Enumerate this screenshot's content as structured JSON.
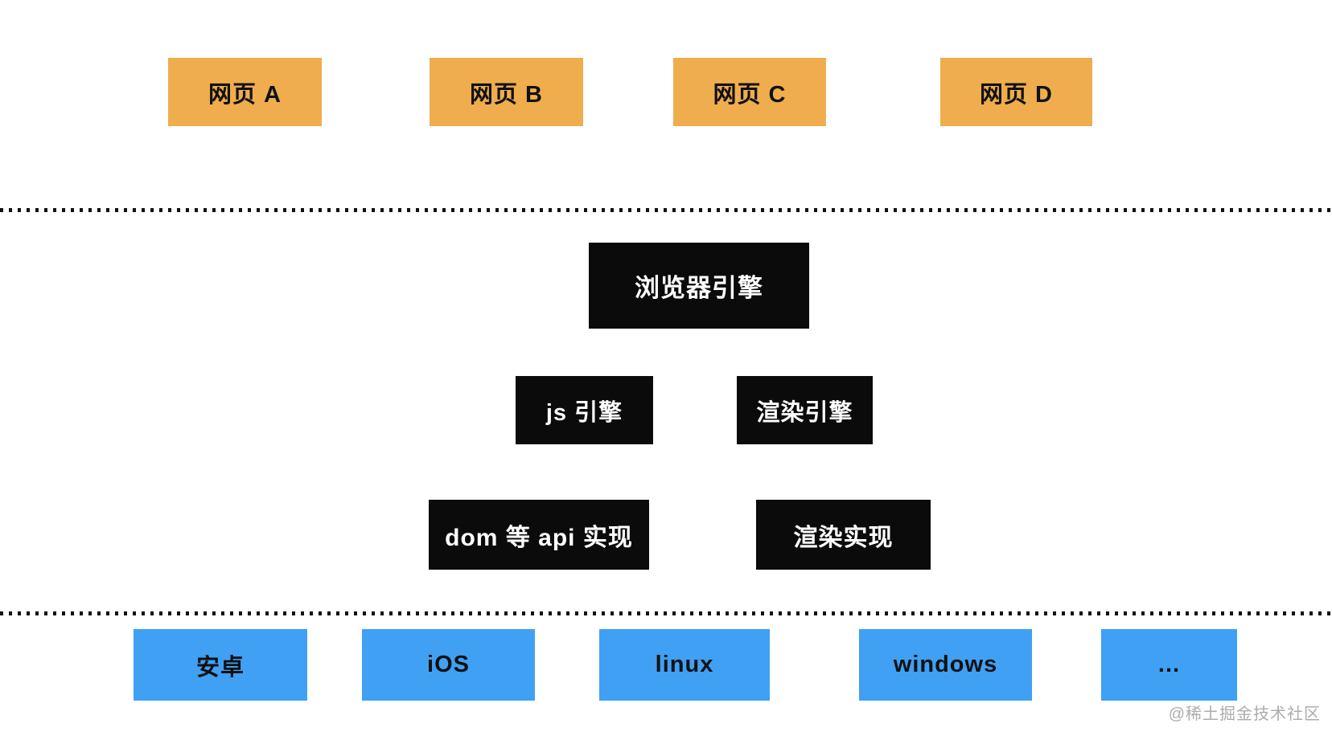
{
  "colors": {
    "background": "#ffffff",
    "webpage_box": "#EFAD4D",
    "platform_box": "#3FA0F4",
    "engine_box": "#0B0B0B",
    "dark_text": "#111111",
    "light_text": "#ffffff",
    "dotted_line": "#111111",
    "watermark": "#ABACAE"
  },
  "diagram": {
    "webpages": [
      "网页 A",
      "网页 B",
      "网页 C",
      "网页 D"
    ],
    "browser_engine_label": "浏览器引擎",
    "engine_components": [
      "js 引擎",
      "渲染引擎"
    ],
    "implementations": [
      "dom 等 api 实现",
      "渲染实现"
    ],
    "platforms": [
      "安卓",
      "iOS",
      "linux",
      "windows",
      "..."
    ]
  },
  "watermark": "@稀土掘金技术社区"
}
